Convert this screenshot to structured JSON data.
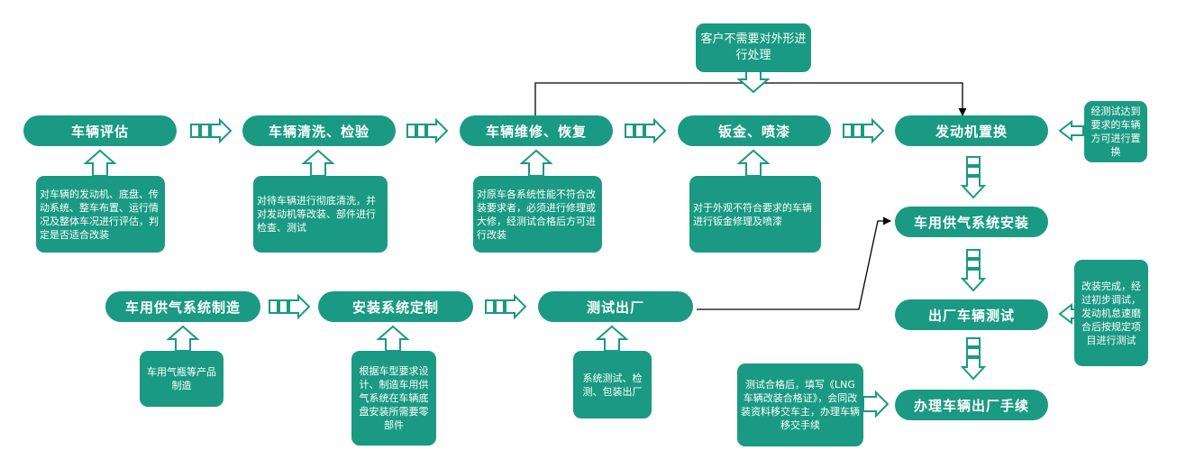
{
  "colors": {
    "primary": "#1a9a82",
    "connector": "#000000",
    "arrow_fill": "#ffffff"
  },
  "nodes": {
    "evaluate": "车辆评估",
    "clean": "车辆清洗、检验",
    "repair": "车辆维修、恢复",
    "paint": "钣金、喷漆",
    "engine": "发动机置换",
    "gas_install": "车用供气系统安装",
    "test_vehicle": "出厂车辆测试",
    "handle_exit": "办理车辆出厂手续",
    "gas_make": "车用供气系统制造",
    "custom": "安装系统定制",
    "test_exit": "测试出厂"
  },
  "notes": {
    "evaluate": "对车辆的发动机、底盘、传动系统、整车布置、运行情况及整体车况进行评估，判定是否适合改装",
    "clean": "对待车辆进行彻底清洗，并对发动机等改装、部件进行检查、测试",
    "repair": "对原车各系统性能不符合改装要求者，必须进行修理或大修，经测试合格后方可进行改装",
    "paint": "对于外观不符合要求的车辆进行钣金修理及喷漆",
    "engine": "经测试达到要求的车辆方可进行置换",
    "test_vehicle": "改装完成，经过初步调试，发动机怠速磨合后按规定项目进行测试",
    "handle_exit": "测试合格后，填写《LNG车辆改装合格证》，会同改装资料移交车主，办理车辆移交手续",
    "gas_make": "车用气瓶等产品制造",
    "custom": "根据车型要求设计、制造车用供气系统在车辆底盘安装所需要零部件",
    "test_exit": "系统测试、检测、包装出厂",
    "no_exterior": "客户不需要对外形进行处理"
  }
}
